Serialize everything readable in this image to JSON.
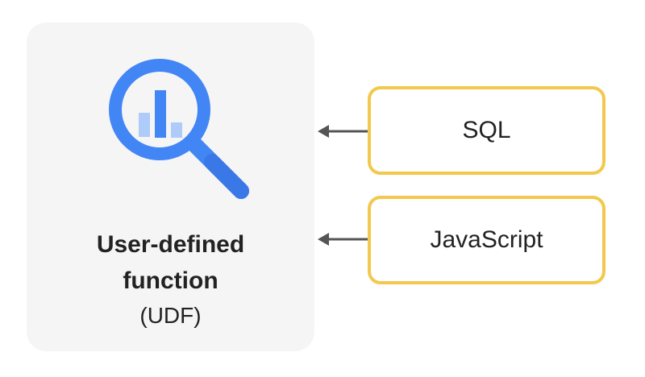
{
  "udf": {
    "title_line1": "User-defined",
    "title_line2": "function",
    "abbreviation": "(UDF)",
    "icon": "bigquery-magnifier-icon"
  },
  "languages": [
    {
      "label": "SQL"
    },
    {
      "label": "JavaScript"
    }
  ],
  "colors": {
    "box_border": "#f2c94c",
    "card_bg": "#f5f5f5",
    "icon_blue": "#4285f4",
    "icon_light_blue": "#aecbfa",
    "arrow": "#555555"
  }
}
